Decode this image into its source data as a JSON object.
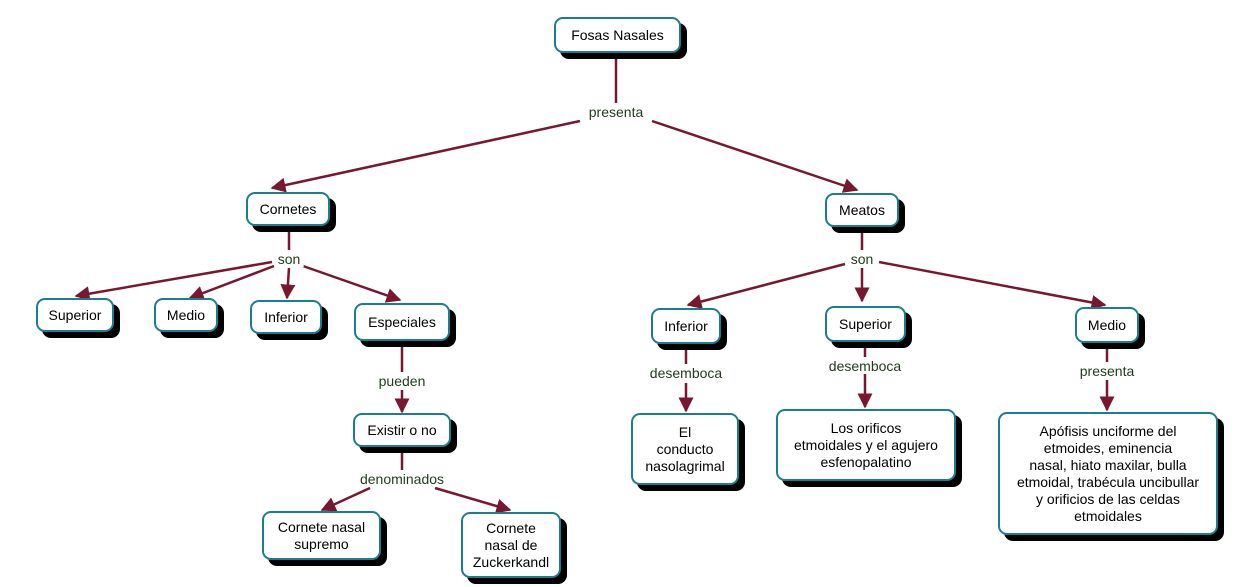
{
  "nodes": {
    "fosas": "Fosas Nasales",
    "cornetes": "Cornetes",
    "meatos": "Meatos",
    "superior_c": "Superior",
    "medio_c": "Medio",
    "inferior_c": "Inferior",
    "especiales": "Especiales",
    "existir": "Existir o no",
    "supremo": "Cornete nasal\nsupremo",
    "zuckerkandl": "Cornete\nnasal de\nZuckerkandl",
    "inferior_m": "Inferior",
    "superior_m": "Superior",
    "medio_m": "Medio",
    "conducto": "El\nconducto\nnasolagrimal",
    "orificios": "Los orificos\netmoidales y el agujero\nesfenopalatino",
    "apofisis": "Apófisis unciforme del\netmoides, eminencia\nnasal, hiato maxilar, bulla\netmoidal, trabécula uncibullar\ny orificios de las celdas\netmoidales"
  },
  "links": {
    "presenta_top": "presenta",
    "son_cornetes": "son",
    "son_meatos": "son",
    "pueden": "pueden",
    "denominados": "denominados",
    "desemboca_inf": "desemboca",
    "desemboca_sup": "desemboca",
    "presenta_medio": "presenta"
  },
  "colors": {
    "edge": "#7a1730",
    "node_border": "#1a7f8c",
    "link_text": "#1f3d1a"
  }
}
